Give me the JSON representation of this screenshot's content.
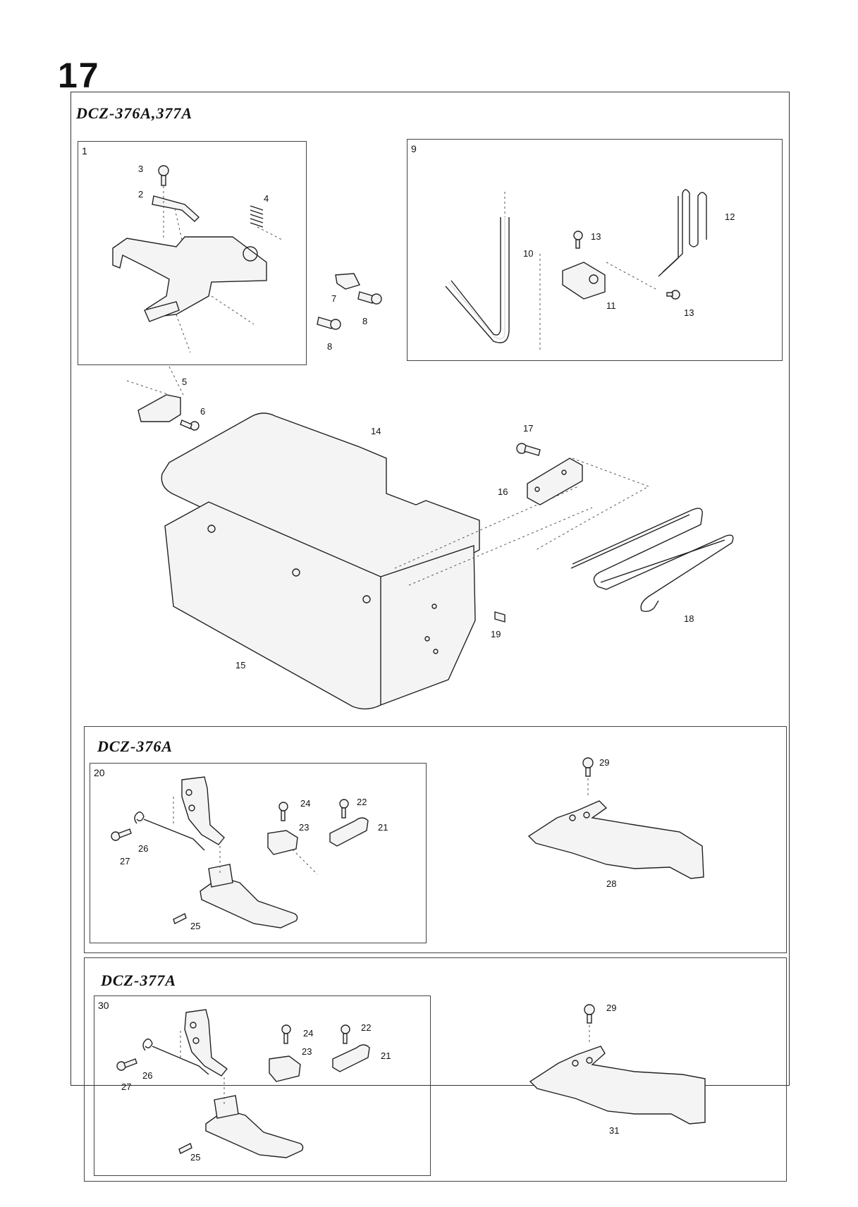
{
  "page_number": "17",
  "sections": {
    "main": {
      "title": "DCZ-376A,377A"
    },
    "dcz376": {
      "title": "DCZ-376A"
    },
    "dcz377": {
      "title": "DCZ-377A"
    }
  },
  "boxes": {
    "box1": "1",
    "box9": "9",
    "box20": "20",
    "box30": "30"
  },
  "labels": {
    "p2": "2",
    "p3": "3",
    "p4": "4",
    "p5": "5",
    "p6": "6",
    "p7": "7",
    "p8a": "8",
    "p8b": "8",
    "p10": "10",
    "p11": "11",
    "p12": "12",
    "p13a": "13",
    "p13b": "13",
    "p14": "14",
    "p15": "15",
    "p16": "16",
    "p17": "17",
    "p18": "18",
    "p19": "19",
    "p21a": "21",
    "p22a": "22",
    "p23a": "23",
    "p24a": "24",
    "p25a": "25",
    "p26a": "26",
    "p27a": "27",
    "p28": "28",
    "p29a": "29",
    "p21b": "21",
    "p22b": "22",
    "p23b": "23",
    "p24b": "24",
    "p25b": "25",
    "p26b": "26",
    "p27b": "27",
    "p29b": "29",
    "p31": "31"
  }
}
